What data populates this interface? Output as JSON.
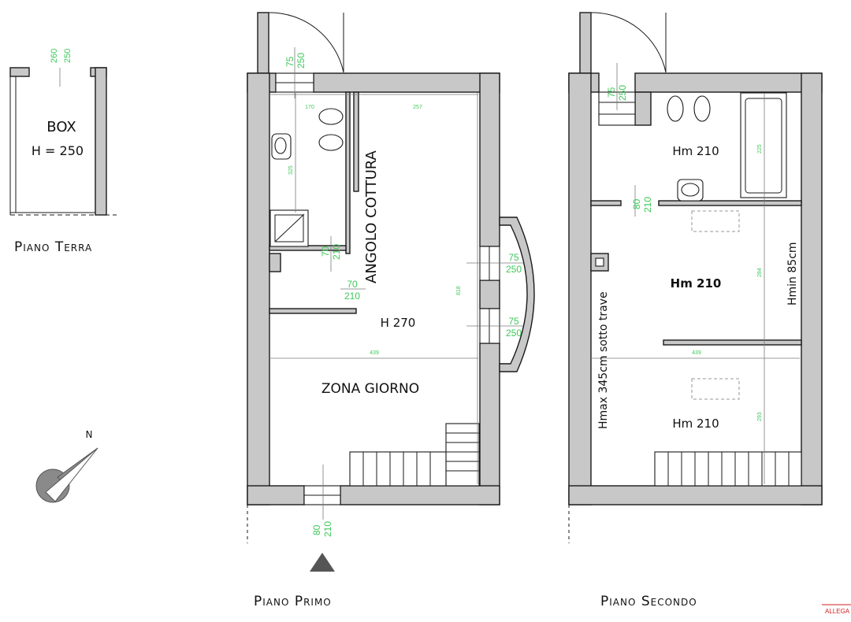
{
  "floors": {
    "terra": {
      "title": "Piano Terra",
      "room_name": "BOX",
      "room_height": "H = 250",
      "opening": [
        "260",
        "250"
      ]
    },
    "primo": {
      "title": "Piano Primo",
      "kitchen": "ANGOLO COTTURA",
      "height": "H 270",
      "zone": "ZONA GIORNO",
      "top_window": [
        "75",
        "250"
      ],
      "door_inner": [
        "70",
        "210"
      ],
      "door_lower": [
        "70",
        "210"
      ],
      "win_right_1": [
        "75",
        "250"
      ],
      "win_right_2": [
        "75",
        "250"
      ],
      "entry_door": [
        "80",
        "210"
      ],
      "dims": {
        "d170": "170",
        "d257": "257",
        "d439": "439",
        "d325": "325",
        "d818": "818"
      }
    },
    "secondo": {
      "title": "Piano Secondo",
      "bath_height": "Hm 210",
      "mid_height": "Hm 210",
      "low_height": "Hm 210",
      "hmax": "Hmax 345cm sotto trave",
      "hmin": "Hmin 85cm",
      "top_window": [
        "75",
        "250"
      ],
      "bath_door": [
        "80",
        "210"
      ],
      "dims": {
        "d439": "439",
        "d225": "225",
        "d284": "284",
        "d293": "293"
      }
    }
  },
  "compass": {
    "north": "N"
  },
  "corner_tag": "ALLEGA"
}
